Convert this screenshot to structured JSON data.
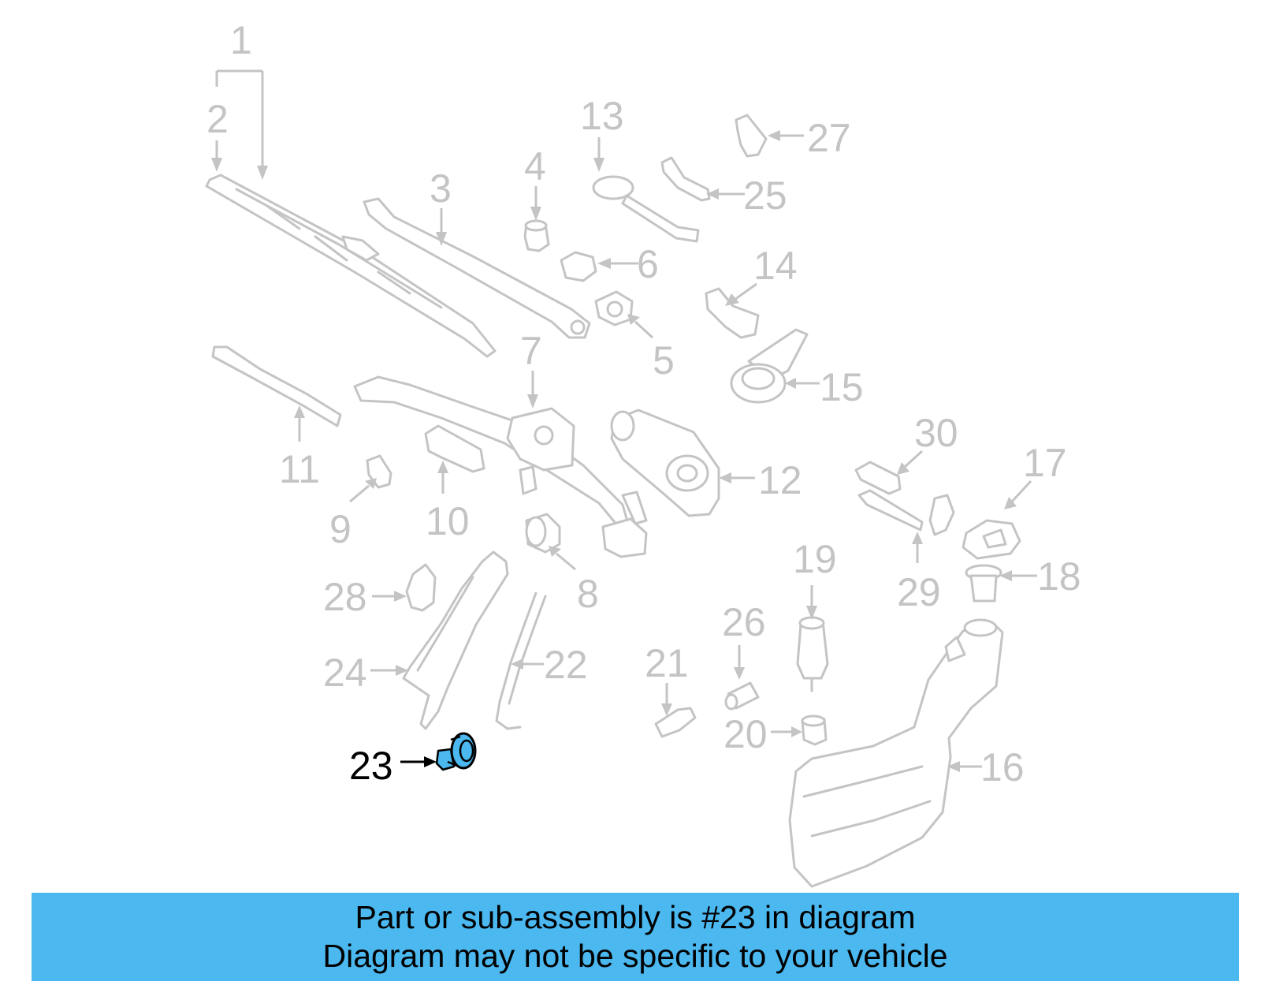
{
  "diagram": {
    "labels": [
      "1",
      "2",
      "3",
      "4",
      "5",
      "6",
      "7",
      "8",
      "9",
      "10",
      "11",
      "12",
      "13",
      "14",
      "15",
      "16",
      "17",
      "18",
      "19",
      "20",
      "21",
      "22",
      "23",
      "24",
      "25",
      "26",
      "27",
      "28",
      "29",
      "30"
    ],
    "highlighted_label": "23",
    "colors": {
      "part": "#c4c4c4",
      "highlight_part": "#4bb8f0",
      "highlight_label": "#000000",
      "banner": "#4bb8f0"
    }
  },
  "caption": {
    "line1": "Part or sub-assembly is #23 in diagram",
    "line2": "Diagram may not be specific to your vehicle"
  }
}
